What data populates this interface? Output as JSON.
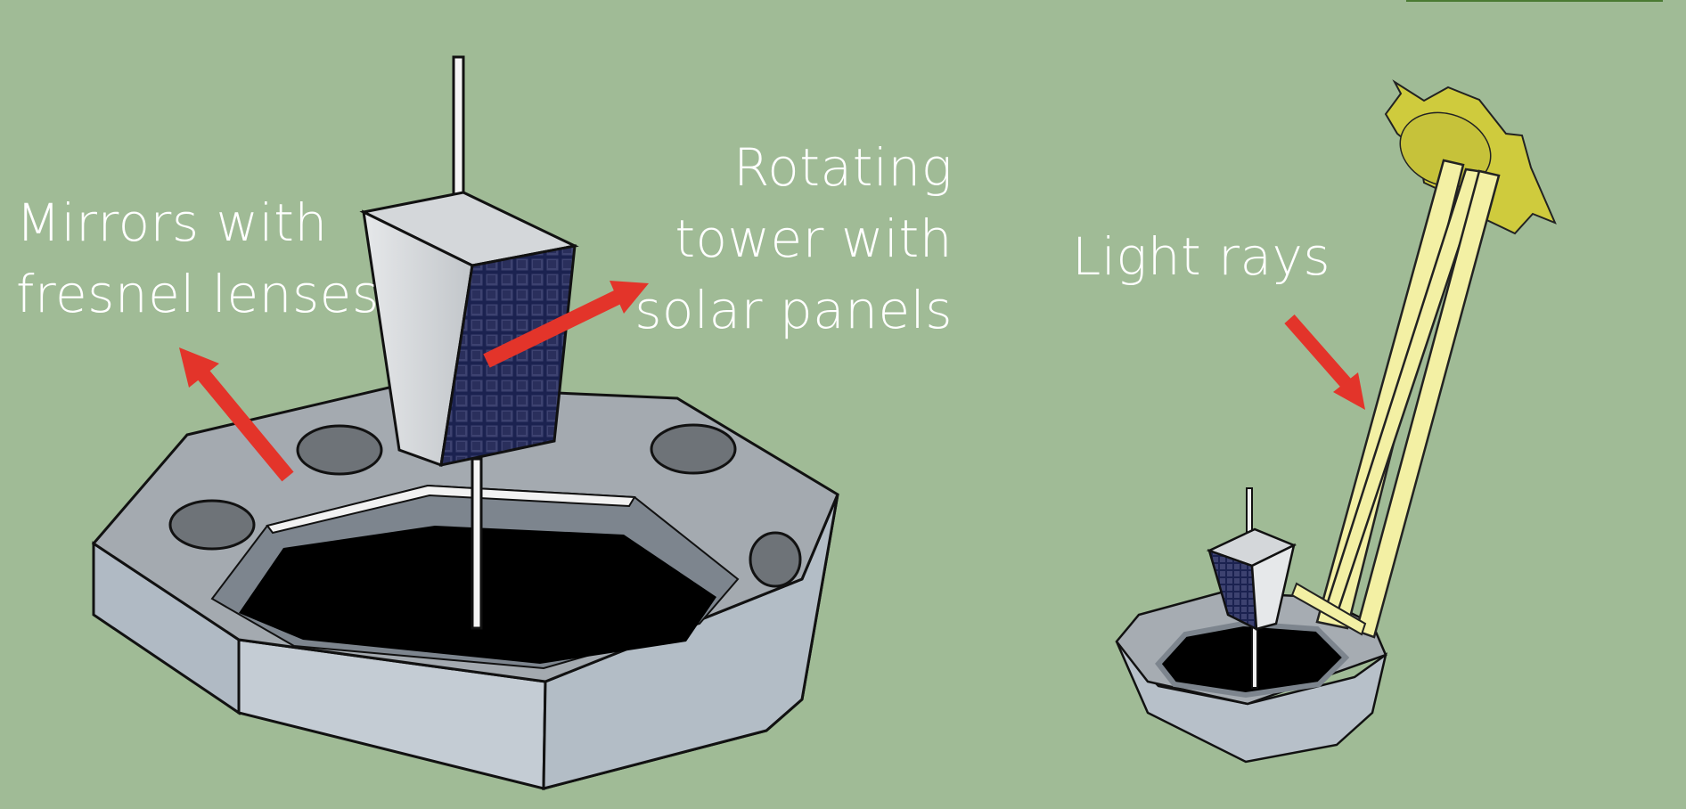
{
  "labels": {
    "mirrors": [
      "Mirrors with",
      "fresnel lenses"
    ],
    "tower": [
      "Rotating",
      "tower with",
      "solar panels"
    ],
    "rays": "Light rays"
  },
  "colors": {
    "background": "#a0bb96",
    "arrow": "#e3342a",
    "sun": "#cfcb3d",
    "light_rays": "#f3f0a4",
    "base_gray": "#a9b3bc",
    "well": "#000000",
    "panel": "#141a3a"
  }
}
